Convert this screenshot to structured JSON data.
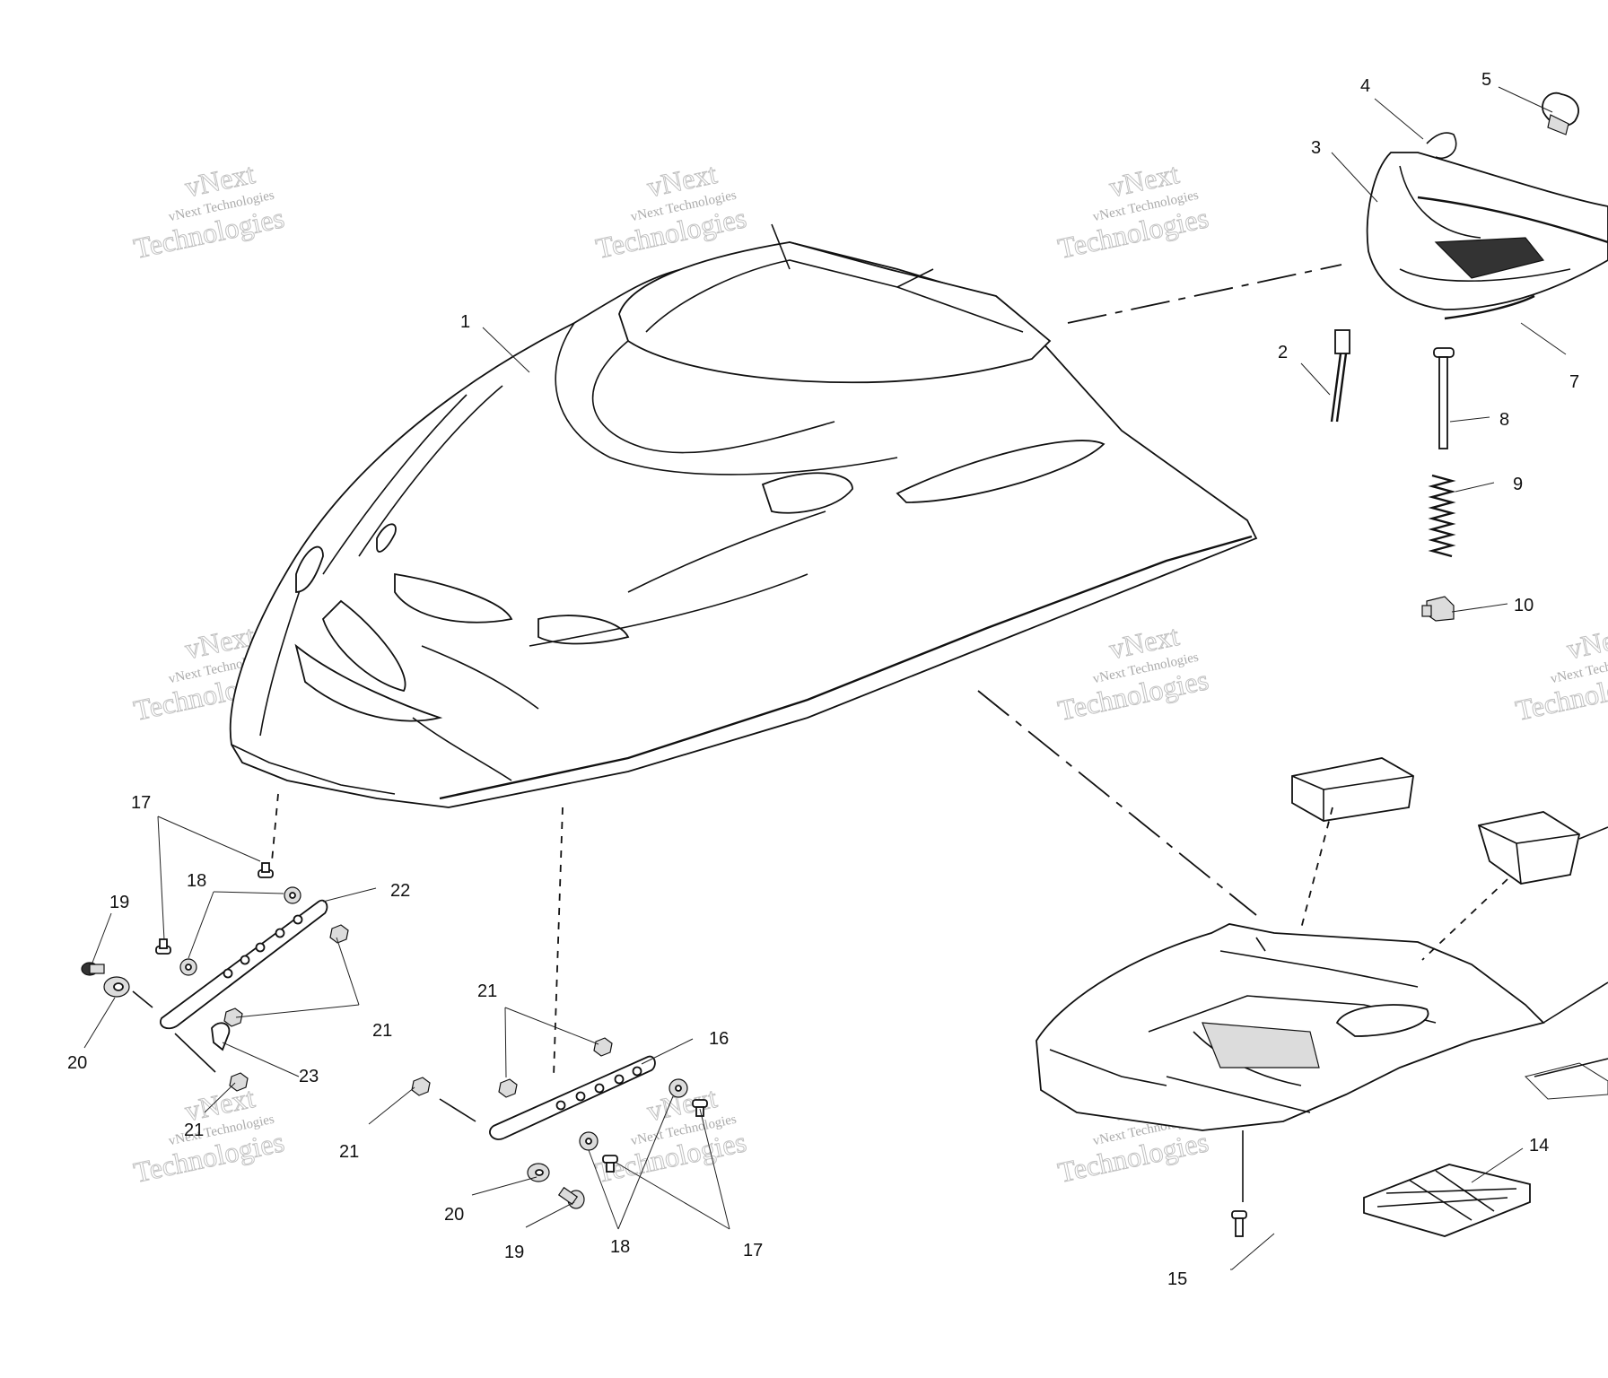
{
  "watermark": {
    "line1": "vNext",
    "line2": "vNext Technologies",
    "line3": "Technologies"
  },
  "labels": {
    "l1": "1",
    "l2": "2",
    "l3": "3",
    "l4": "4",
    "l5": "5",
    "l7": "7",
    "l8": "8",
    "l9": "9",
    "l10": "10",
    "l14": "14",
    "l15": "15",
    "l16": "16",
    "l17a": "17",
    "l17b": "17",
    "l18a": "18",
    "l18b": "18",
    "l19a": "19",
    "l19b": "19",
    "l20a": "20",
    "l20b": "20",
    "l21a": "21",
    "l21b": "21",
    "l21c": "21",
    "l21d": "21",
    "l22": "22",
    "l23": "23"
  }
}
